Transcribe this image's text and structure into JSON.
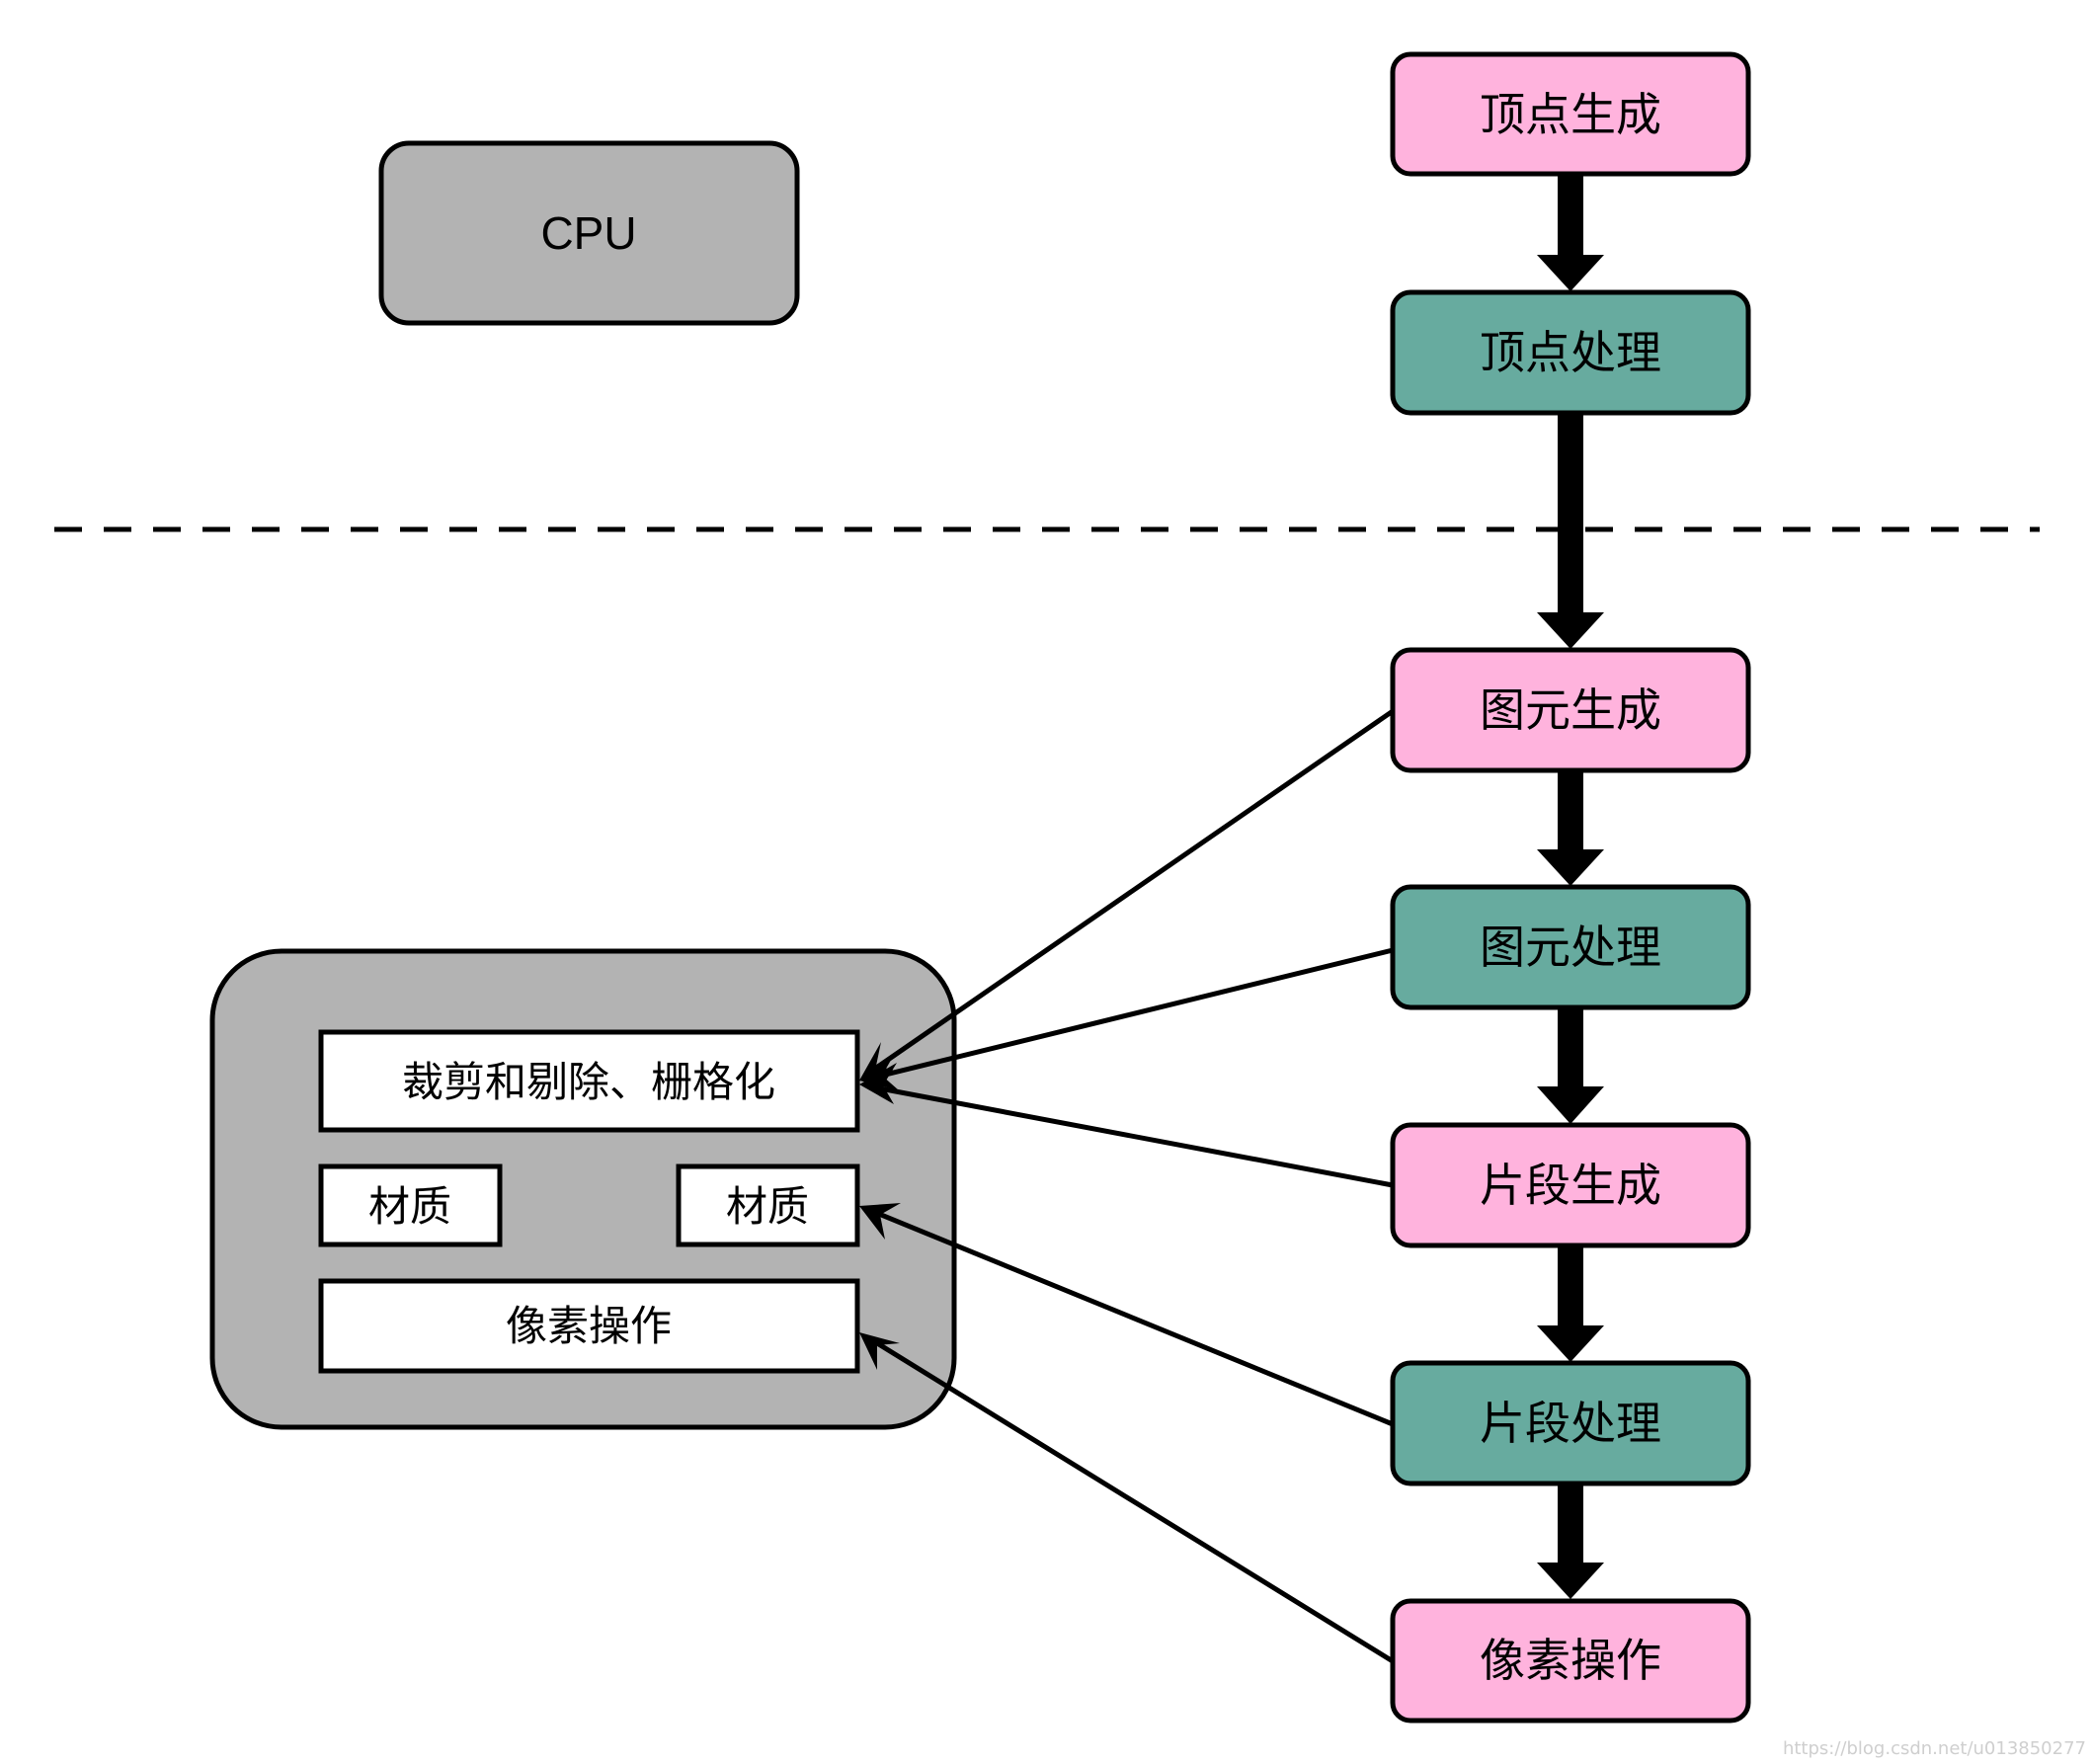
{
  "colors": {
    "pink": "#FFB3DD",
    "teal": "#67AB9F",
    "gray": "#B3B3B3",
    "white": "#FFFFFF",
    "stroke": "#000000"
  },
  "cpu": {
    "label": "CPU"
  },
  "pipeline": {
    "stages": [
      {
        "id": "vertex-gen",
        "label": "顶点生成",
        "color": "pink"
      },
      {
        "id": "vertex-proc",
        "label": "顶点处理",
        "color": "teal"
      },
      {
        "id": "prim-gen",
        "label": "图元生成",
        "color": "pink"
      },
      {
        "id": "prim-proc",
        "label": "图元处理",
        "color": "teal"
      },
      {
        "id": "frag-gen",
        "label": "片段生成",
        "color": "pink"
      },
      {
        "id": "frag-proc",
        "label": "片段处理",
        "color": "teal"
      },
      {
        "id": "pixel-op",
        "label": "像素操作",
        "color": "pink"
      }
    ]
  },
  "gpu_fixed": {
    "items": [
      {
        "id": "clip-raster",
        "label": "裁剪和剔除、栅格化"
      },
      {
        "id": "material-left",
        "label": "材质"
      },
      {
        "id": "material-right",
        "label": "材质"
      },
      {
        "id": "pixel-ops",
        "label": "像素操作"
      }
    ]
  },
  "connections": [
    {
      "from": "prim-gen",
      "to": "clip-raster"
    },
    {
      "from": "prim-proc",
      "to": "clip-raster"
    },
    {
      "from": "frag-gen",
      "to": "clip-raster"
    },
    {
      "from": "frag-proc",
      "to": "material-right"
    },
    {
      "from": "pixel-op",
      "to": "pixel-ops"
    }
  ],
  "watermark": "https://blog.csdn.net/u013850277"
}
